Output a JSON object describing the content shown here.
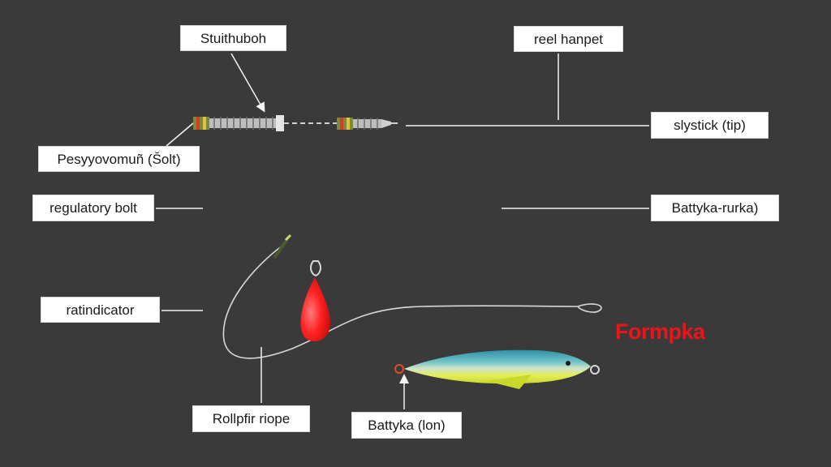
{
  "labels": {
    "stuithuboh": "Stuithuboh",
    "reel_hanpet": "reel hanpet",
    "slystick_tip": "slystick (tip)",
    "pesyyovomun_solt": "Pesyyovomuñ (Šolt)",
    "regulatory_bolt": "regulatory bolt",
    "battyka_rurka": "Battyka-rurka)",
    "ratindicator": "ratindicator",
    "rollpfir_riope": "Rollpfir riope",
    "battyka_lon": "Battyka (lon)"
  },
  "highlight_text": "Formpka",
  "colors": {
    "background": "#3a3a3a",
    "label_bg": "#ffffff",
    "leader_line": "#f2f2f2",
    "highlight": "#e8161b",
    "sinker": "#ff2a2a",
    "lure_body": "#d9e86a",
    "lure_back": "#3aa6b8"
  },
  "icons": [
    "rod-section-icon",
    "sinker-icon",
    "lure-fish-icon",
    "fishing-line-icon"
  ]
}
